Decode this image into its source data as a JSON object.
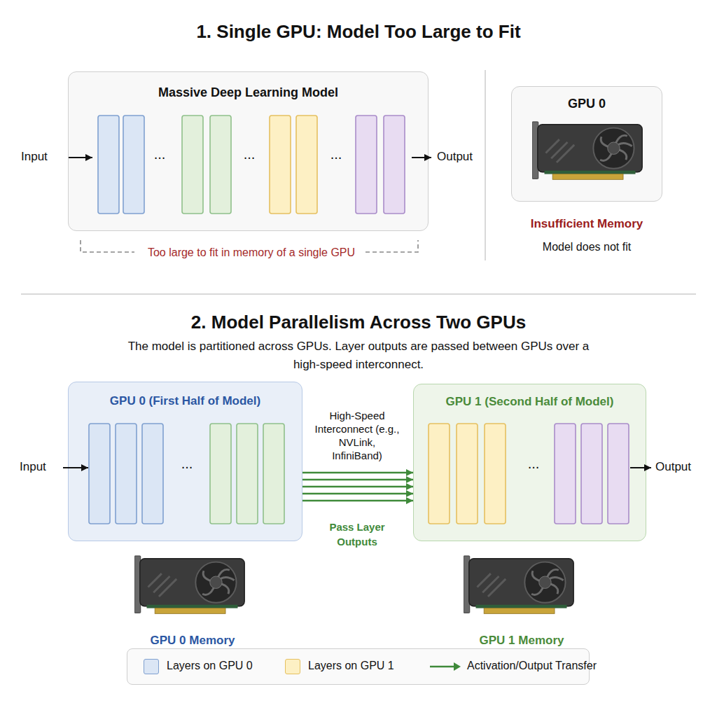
{
  "diagram": {
    "nodes": [
      {
        "text": [
          "Massive Deep Learning Model"
        ]
      },
      {
        "text": [
          "GPU 0"
        ]
      },
      {
        "text": [
          "GPU 0 (First Half of Model)"
        ]
      },
      {
        "text": [
          "GPU 1 (Second Half of Model)"
        ]
      }
    ],
    "edges": [
      {
        "from": 2,
        "to": 3,
        "arrow": "to",
        "label": "Pass Layer Outputs"
      }
    ],
    "labels": [
      "1. Single GPU: Model Too Large to Fit",
      "Input",
      "...",
      "...",
      "...",
      "Output",
      "Too large to fit in memory of a single GPU",
      "Insufficient Memory",
      "Model does not fit",
      "2. Model Parallelism Across Two GPUs",
      "The model is partitioned across GPUs. Layer outputs are passed between GPUs over a high-speed interconnect.",
      "Input",
      "...",
      "High-Speed Interconnect (e.g., NVLink, InfiniBand)",
      "...",
      "Output",
      "GPU 0 Memory",
      "GPU 1 Memory"
    ],
    "legend": [
      {
        "text": "Layers on GPU 0",
        "color": "#dbe6f5"
      },
      {
        "text": "Layers on GPU 1",
        "color": "#fdf0c4"
      },
      {
        "text": "Activation/Output Transfer"
      }
    ]
  }
}
